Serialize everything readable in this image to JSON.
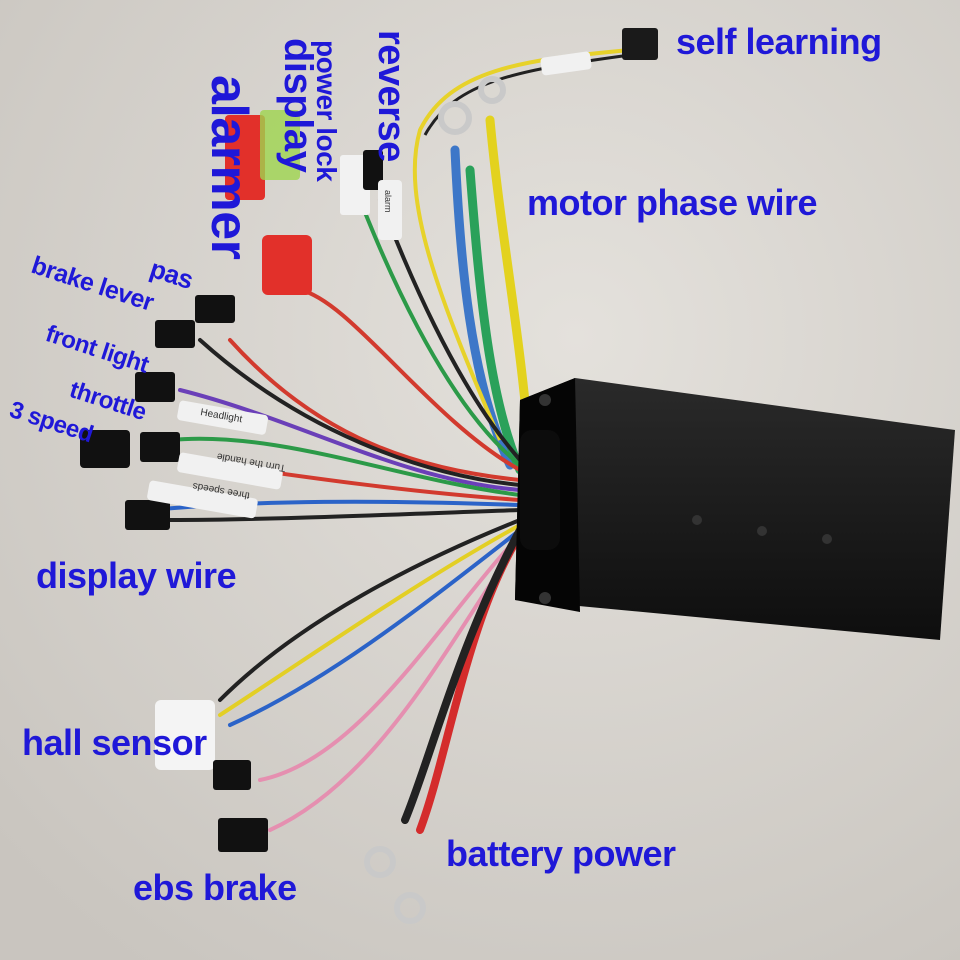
{
  "colors": {
    "label": "#1f18d8",
    "background": "#d9d5d0",
    "controller": "#151515"
  },
  "labels": {
    "self_learning": "self learning",
    "motor_phase_wire": "motor phase wire",
    "reverse": "reverse",
    "power_lock": "power lock",
    "display": "display",
    "alarmer": "alarmer",
    "pas": "pas",
    "brake_lever": "brake lever",
    "front_light": "front light",
    "throttle": "throttle",
    "three_speed": "3 speed",
    "display_wire": "display wire",
    "hall_sensor": "hall sensor",
    "battery_power": "battery power",
    "ebs_brake": "ebs brake"
  },
  "wire_tags": {
    "headlight": "Headlight",
    "turn_handle": "Turn the handle",
    "three_speeds": "three speeds",
    "alarm": "alarm"
  }
}
